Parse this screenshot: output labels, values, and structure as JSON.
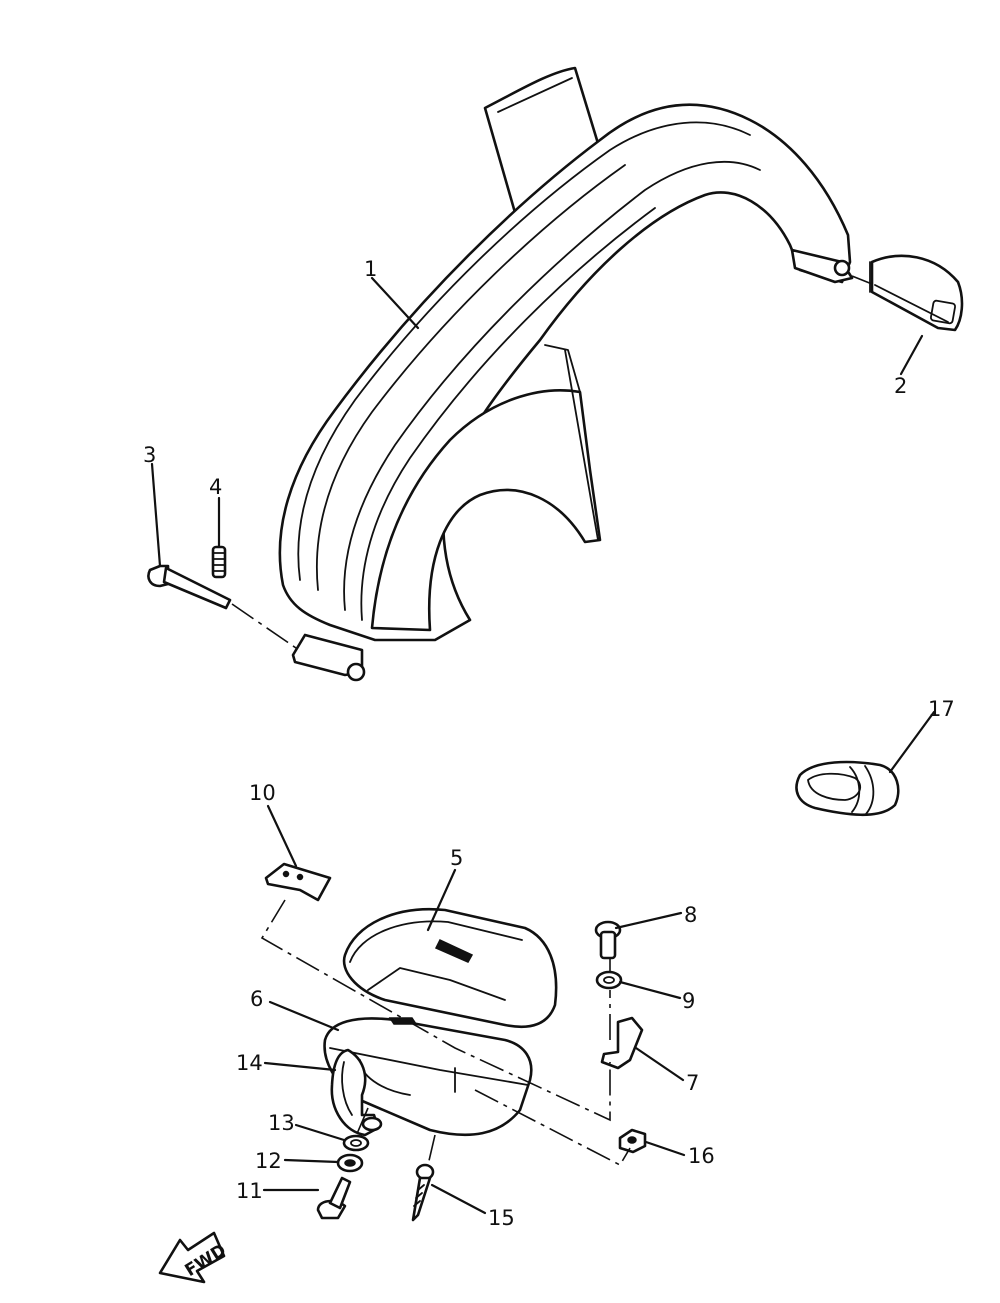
{
  "callouts": [
    {
      "id": "1",
      "label": "1"
    },
    {
      "id": "2",
      "label": "2"
    },
    {
      "id": "3",
      "label": "3"
    },
    {
      "id": "4",
      "label": "4"
    },
    {
      "id": "5",
      "label": "5"
    },
    {
      "id": "6",
      "label": "6"
    },
    {
      "id": "7",
      "label": "7"
    },
    {
      "id": "8",
      "label": "8"
    },
    {
      "id": "9",
      "label": "9"
    },
    {
      "id": "10",
      "label": "10"
    },
    {
      "id": "11",
      "label": "11"
    },
    {
      "id": "12",
      "label": "12"
    },
    {
      "id": "13",
      "label": "13"
    },
    {
      "id": "14",
      "label": "14"
    },
    {
      "id": "15",
      "label": "15"
    },
    {
      "id": "16",
      "label": "16"
    },
    {
      "id": "17",
      "label": "17"
    }
  ],
  "direction_arrow": {
    "label": "FWD"
  }
}
